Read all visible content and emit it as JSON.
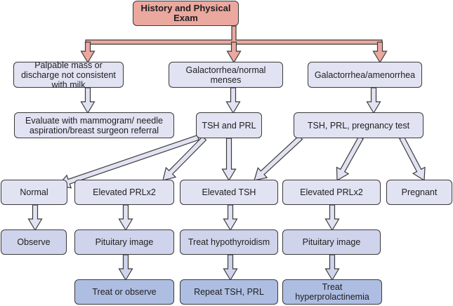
{
  "diagram": {
    "type": "flowchart",
    "colors": {
      "root_fill": "#eba89f",
      "level_fill": "#e1e2f2",
      "mid_fill": "#cfd4ec",
      "terminal_fill": "#aebde2",
      "arrow_root": "#eba89f",
      "arrow_default": "#e1e2f2",
      "outline": "#3a3a3a"
    },
    "nodes": {
      "history": "History and Physical Exam",
      "palpable": "Palpable mass or discharge not consistent with milk",
      "gal_normal": "Galactorrhea/normal menses",
      "gal_amen": "Galactorrhea/amenorrhea",
      "evaluate": "Evaluate with mammogram/ needle aspiration/breast surgeon referral",
      "tsh_prl": "TSH and PRL",
      "tsh_prl_preg": "TSH, PRL, pregnancy test",
      "normal": "Normal",
      "elev_prl_1": "Elevated PRLx2",
      "elev_tsh": "Elevated TSH",
      "elev_prl_2": "Elevated PRLx2",
      "pregnant": "Pregnant",
      "observe": "Observe",
      "pit_image_1": "Pituitary image",
      "treat_hypo": "Treat hypothyroidism",
      "pit_image_2": "Pituitary image",
      "treat_or_observe": "Treat or observe",
      "repeat_tsh": "Repeat TSH, PRL",
      "treat_hyperprl": "Treat hyperprolactinemia"
    },
    "edges": [
      [
        "history",
        "palpable"
      ],
      [
        "history",
        "gal_normal"
      ],
      [
        "history",
        "gal_amen"
      ],
      [
        "palpable",
        "evaluate"
      ],
      [
        "gal_normal",
        "tsh_prl"
      ],
      [
        "gal_amen",
        "tsh_prl_preg"
      ],
      [
        "tsh_prl",
        "normal"
      ],
      [
        "tsh_prl",
        "elev_prl_1"
      ],
      [
        "tsh_prl",
        "elev_tsh"
      ],
      [
        "tsh_prl_preg",
        "elev_tsh"
      ],
      [
        "tsh_prl_preg",
        "elev_prl_2"
      ],
      [
        "tsh_prl_preg",
        "pregnant"
      ],
      [
        "normal",
        "observe"
      ],
      [
        "elev_prl_1",
        "pit_image_1"
      ],
      [
        "elev_tsh",
        "treat_hypo"
      ],
      [
        "elev_prl_2",
        "pit_image_2"
      ],
      [
        "pit_image_1",
        "treat_or_observe"
      ],
      [
        "treat_hypo",
        "repeat_tsh"
      ],
      [
        "pit_image_2",
        "treat_hyperprl"
      ]
    ]
  }
}
